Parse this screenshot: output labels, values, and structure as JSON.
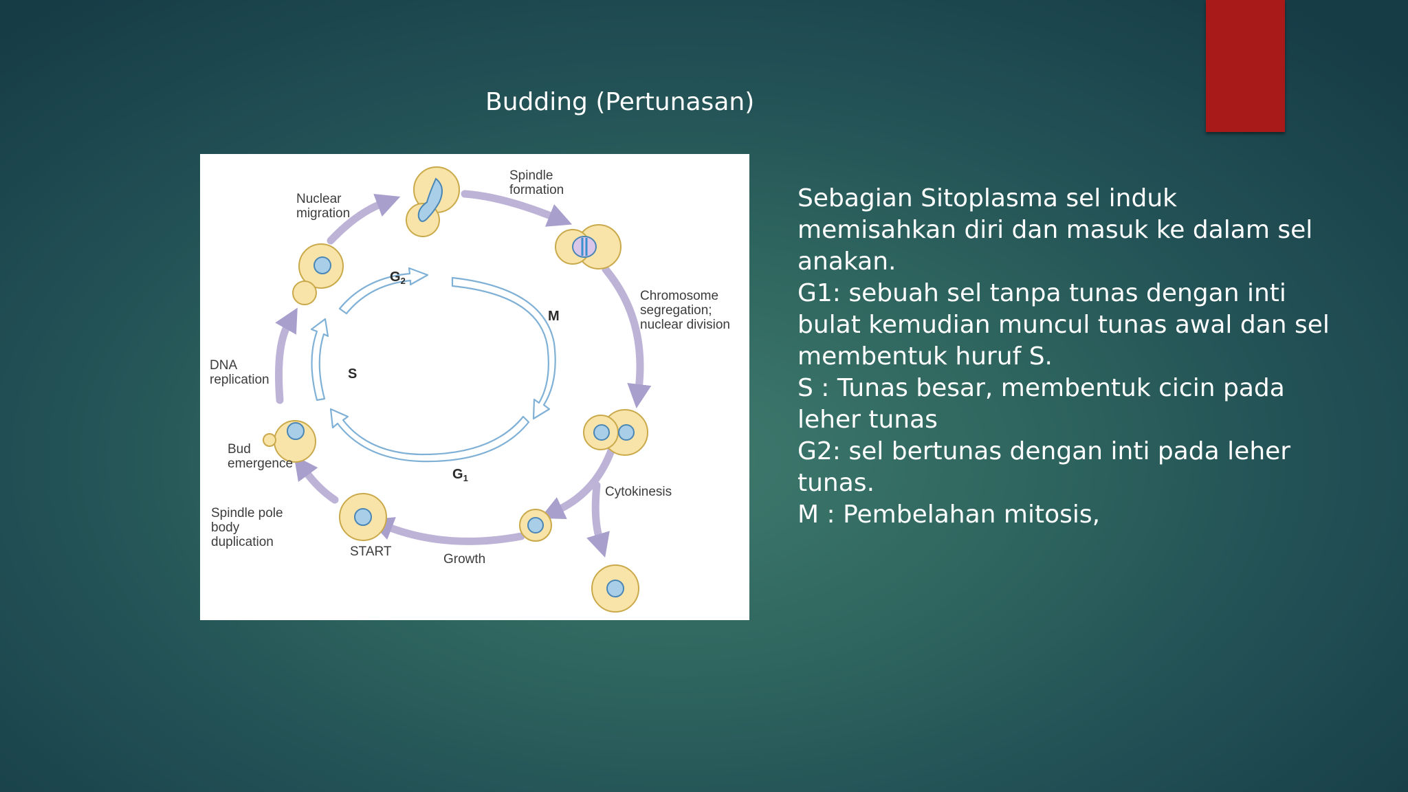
{
  "slide": {
    "title": "Budding (Pertunasan)",
    "accent_color": "#a8191a",
    "body_lines": [
      "Sebagian Sitoplasma sel induk",
      "memisahkan diri dan masuk ke dalam sel",
      "anakan.",
      "G1: sebuah sel tanpa tunas dengan inti",
      "bulat kemudian muncul tunas awal dan sel",
      "membentuk huruf S.",
      "S : Tunas besar, membentuk cicin pada",
      "leher tunas",
      "G2: sel bertunas dengan inti pada leher",
      "tunas.",
      "M : Pembelahan mitosis,"
    ]
  },
  "diagram": {
    "phases": {
      "g2": "G",
      "g2_sub": "2",
      "m": "M",
      "s": "S",
      "g1": "G",
      "g1_sub": "1"
    },
    "labels": {
      "spindle_formation": [
        "Spindle",
        "formation"
      ],
      "nuclear_migration": [
        "Nuclear",
        "migration"
      ],
      "chromosome_segregation": [
        "Chromosome",
        "segregation;",
        "nuclear division"
      ],
      "dna_replication": [
        "DNA",
        "replication"
      ],
      "bud_emergence": [
        "Bud",
        "emergence"
      ],
      "cytokinesis": "Cytokinesis",
      "spindle_pole": [
        "Spindle pole",
        "body",
        "duplication"
      ],
      "start": "START",
      "growth": "Growth"
    },
    "colors": {
      "cell_fill": "#f8e3a8",
      "cell_stroke": "#c9a94a",
      "nucleus_fill": "#a9cfe8",
      "nucleus_stroke": "#4a86b5",
      "outer_arrow": "#bcb3d6",
      "inner_arrow": "#bcd8ef"
    }
  }
}
